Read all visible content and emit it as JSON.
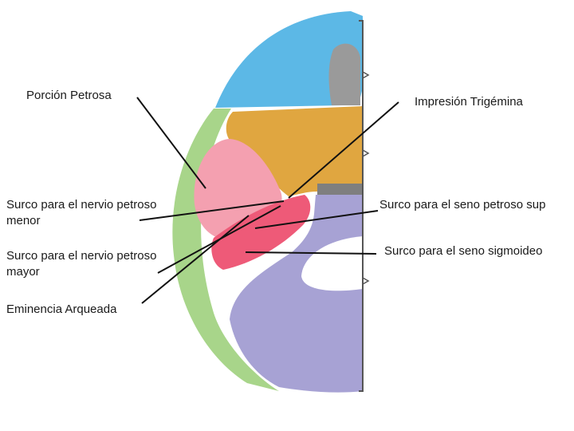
{
  "labels": {
    "porcion_petrosa": "Porción Petrosa",
    "impresion_trigemina": "Impresión Trigémina",
    "surco_petroso_menor": "Surco para el nervio petroso\nmenor",
    "surco_seno_petroso_sup": "Surco para el seno petroso sup",
    "surco_petroso_mayor": "Surco para el nervio petroso\nmayor",
    "surco_seno_sigmoideo": "Surco para el seno sigmoideo",
    "eminencia_arqueada": "Eminencia Arqueada"
  },
  "colors": {
    "frontal": "#5cb8e6",
    "sphenoid": "#e0a640",
    "temporal_squama": "#f4a0b0",
    "petrous": "#ee5a78",
    "occipital": "#a7a2d4",
    "parietal_rim": "#a8d58a",
    "dura": "#8f8f8f",
    "leader_line": "#111111"
  }
}
